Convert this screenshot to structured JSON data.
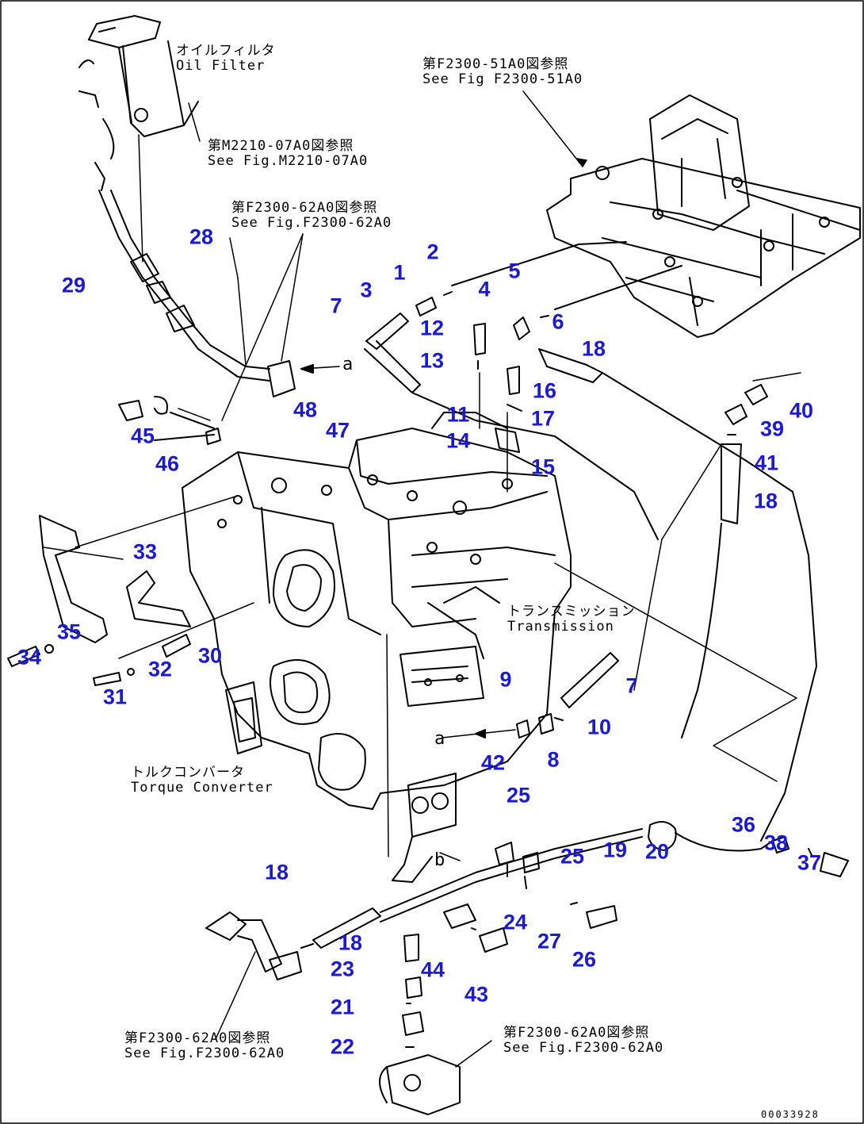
{
  "colors": {
    "callout": "#1a1ad6",
    "line": "#000000",
    "background": "#ffffff"
  },
  "captions": {
    "oil_filter": {
      "ja": "オイルフィルタ",
      "en": "Oil Filter"
    },
    "ref_f2300_51a0": {
      "ja": "第F2300-51A0図参照",
      "en": "See Fig F2300-51A0"
    },
    "ref_m2210_07a0": {
      "ja": "第M2210-07A0図参照",
      "en": "See Fig.M2210-07A0"
    },
    "ref_f2300_62a0_top": {
      "ja": "第F2300-62A0図参照",
      "en": "See Fig.F2300-62A0"
    },
    "transmission": {
      "ja": "トランスミッション",
      "en": "Transmission"
    },
    "torque_converter": {
      "ja": "トルクコンバータ",
      "en": "Torque Converter"
    },
    "ref_f2300_62a0_left": {
      "ja": "第F2300-62A0図参照",
      "en": "See Fig.F2300-62A0"
    },
    "ref_f2300_62a0_right": {
      "ja": "第F2300-62A0図参照",
      "en": "See Fig.F2300-62A0"
    }
  },
  "connector_marks": {
    "a": "a",
    "b": "b"
  },
  "drawing_id": "00033928",
  "part_numbers": {
    "p1": "1",
    "p2": "2",
    "p3": "3",
    "p4": "4",
    "p5": "5",
    "p6": "6",
    "p7a": "7",
    "p7b": "7",
    "p8": "8",
    "p9": "9",
    "p10": "10",
    "p11": "11",
    "p12": "12",
    "p13": "13",
    "p14": "14",
    "p15": "15",
    "p16": "16",
    "p17": "17",
    "p18a": "18",
    "p18b": "18",
    "p18c": "18",
    "p18d": "18",
    "p19": "19",
    "p20": "20",
    "p21": "21",
    "p22": "22",
    "p23": "23",
    "p24": "24",
    "p25a": "25",
    "p25b": "25",
    "p26": "26",
    "p27": "27",
    "p28": "28",
    "p29": "29",
    "p30": "30",
    "p31": "31",
    "p32": "32",
    "p33": "33",
    "p34": "34",
    "p35": "35",
    "p36": "36",
    "p37": "37",
    "p38": "38",
    "p39": "39",
    "p40": "40",
    "p41": "41",
    "p42": "42",
    "p43": "43",
    "p44": "44",
    "p45": "45",
    "p46": "46",
    "p47": "47",
    "p48": "48"
  }
}
